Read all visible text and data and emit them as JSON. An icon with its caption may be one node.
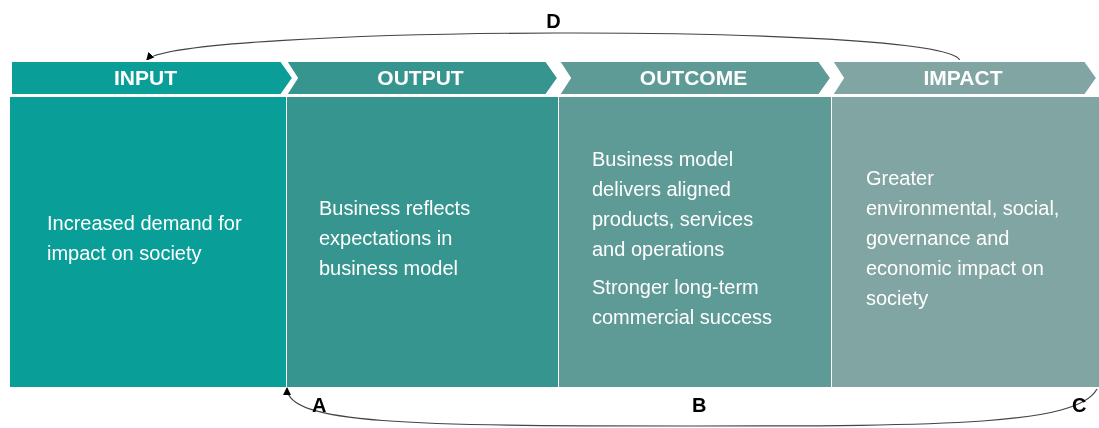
{
  "diagram": {
    "nodes": [
      {
        "text": [
          "INPUT"
        ]
      },
      {
        "text": [
          "OUTPUT"
        ]
      },
      {
        "text": [
          "OUTCOME"
        ]
      },
      {
        "text": [
          "IMPACT"
        ]
      },
      {
        "text": [
          "Increased demand for impact on society"
        ]
      },
      {
        "text": [
          "Business reflects expectations in business model"
        ]
      },
      {
        "text": [
          "Business model delivers aligned products, services and operations",
          "Stronger long-term commercial success"
        ]
      },
      {
        "text": [
          "Greater environmental, social, governance and economic impact on society"
        ]
      }
    ],
    "edges": [
      {
        "from": 3,
        "to": 0,
        "arrow": "to",
        "label": "D"
      },
      {
        "from": 7,
        "to": 5,
        "arrow": "to"
      }
    ],
    "labels": [
      "A",
      "B",
      "C"
    ]
  }
}
